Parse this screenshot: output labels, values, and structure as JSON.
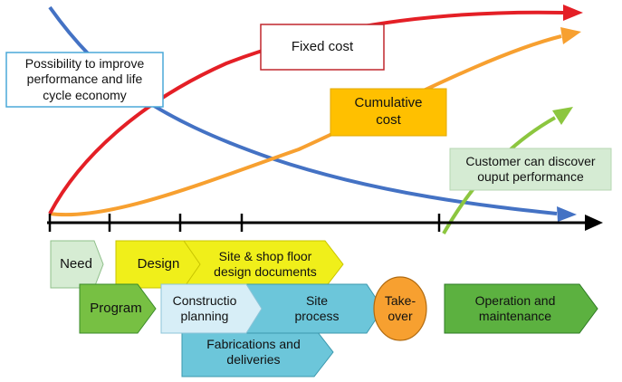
{
  "labels": {
    "possibility": "Possibility to improve\nperformance and life\ncycle economy",
    "fixed_cost": "Fixed cost",
    "cumulative_cost": "Cumulative\ncost",
    "customer": "Customer can discover\nouput performance"
  },
  "phases": {
    "need": "Need",
    "program": "Program",
    "design": "Design",
    "site_shop": "Site & shop floor\ndesign documents",
    "construction": "Constructio\nplanning",
    "site_process": "Site\nprocess",
    "fabrications": "Fabrications and\ndeliveries",
    "takeover": "Take-\nover",
    "operation": "Operation and\nmaintenance"
  },
  "colors": {
    "fixed_cost_curve": "#e41f26",
    "cumulative_cost_curve": "#f7a030",
    "possibility_curve": "#4472c4",
    "customer_curve": "#8cc63f",
    "axis": "#000000",
    "need": "#d6ecd3",
    "program": "#77c043",
    "design": "#f0ef1a",
    "construction": "#d7eef7",
    "site_process": "#6cc6da",
    "takeover": "#f7a030",
    "operation": "#5cb140",
    "cumulative_box": "#ffc000",
    "customer_box": "#d5ebd3"
  }
}
